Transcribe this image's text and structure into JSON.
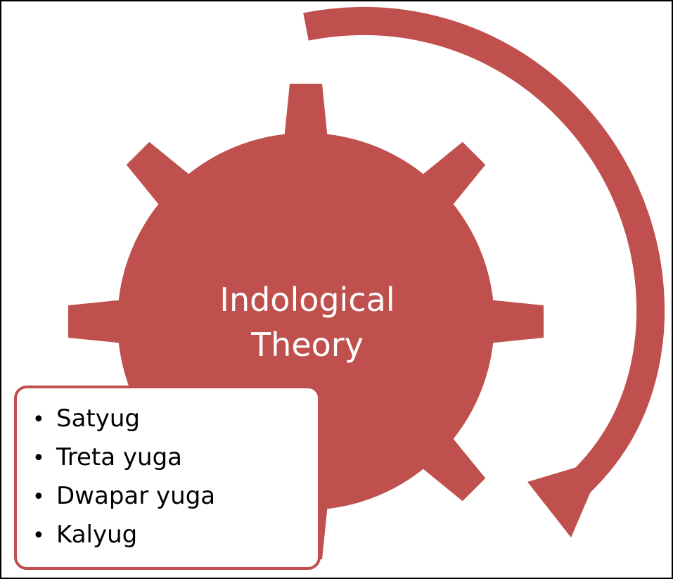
{
  "diagram": {
    "center_label_lines": [
      "Indological",
      "Theory"
    ],
    "items": [
      "Satyug",
      "Treta yuga",
      "Dwapar yuga",
      "Kalyug"
    ],
    "bullet_char": "•"
  },
  "colors": {
    "gear": "#c0504d",
    "arrow": "#c0504d",
    "box_border": "#c0504d",
    "label_text": "#ffffff",
    "list_text": "#000000"
  },
  "icons": {
    "gear": "gear-icon",
    "arrow": "circular-arrow-icon"
  }
}
